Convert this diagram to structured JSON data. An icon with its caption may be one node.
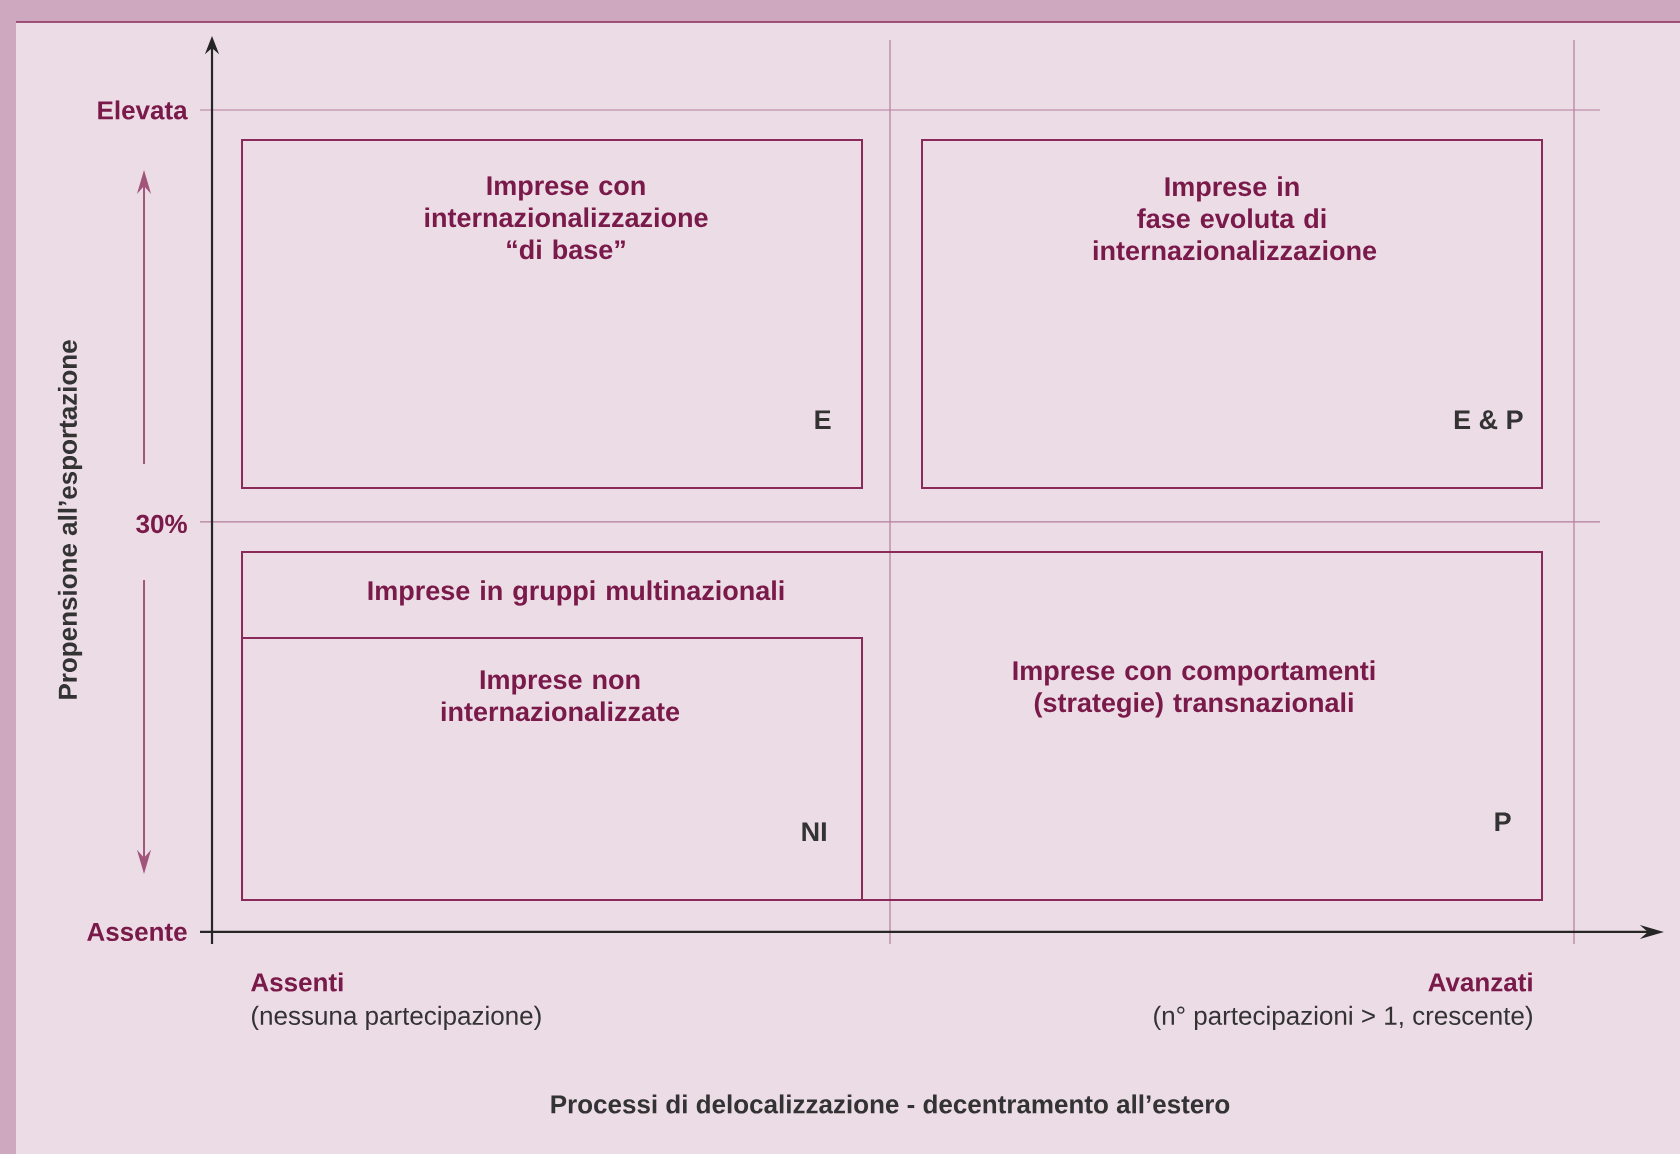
{
  "diagram": {
    "nodes": [
      {
        "text": [
          "Imprese con internazionalizzazione “di base”",
          "E"
        ]
      },
      {
        "text": [
          "Imprese in fase evoluta di internazionalizzazione",
          "E & P"
        ]
      },
      {
        "text": [
          "Imprese in gruppi multinazionali",
          "Imprese con comportamenti (strategie) transnazionali",
          "P"
        ]
      },
      {
        "text": [
          "Imprese non internazionalizzate",
          "NI"
        ],
        "in": 2
      }
    ],
    "edges": [],
    "labels": [
      "Elevata",
      "Propensione all’esportazione",
      "30%",
      "Assente",
      "Assenti",
      "(nessuna partecipazione)",
      "Avanzati",
      "(n° partecipazioni > 1, crescente)",
      "Processi di delocalizzazione - decentramento all’estero"
    ]
  }
}
